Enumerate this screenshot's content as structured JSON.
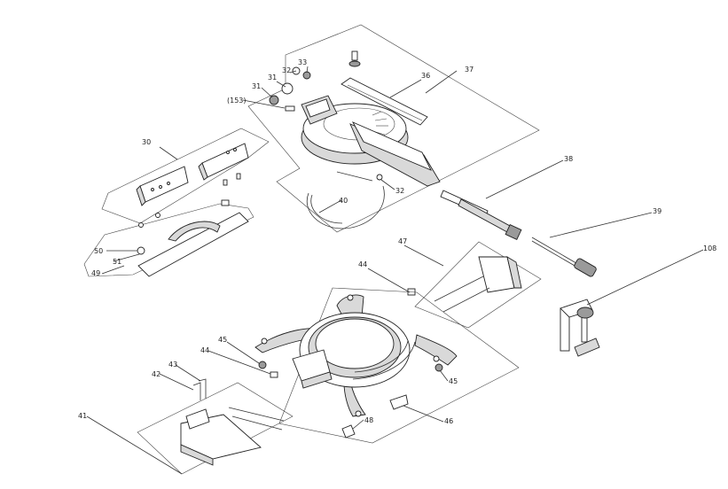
{
  "callouts": {
    "c30": "30",
    "c31a": "31",
    "c31b": "31",
    "c32a": "32",
    "c33": "33",
    "c153": "(153)",
    "c36": "36",
    "c37": "37",
    "c32b": "32",
    "c40": "40",
    "c38": "38",
    "c39": "39",
    "c108": "108",
    "c47": "47",
    "c44a": "44",
    "c50": "50",
    "c51": "51",
    "c49": "49",
    "c45a": "45",
    "c44b": "44",
    "c43": "43",
    "c42": "42",
    "c45b": "45",
    "c41": "41",
    "c48": "48",
    "c46": "46"
  }
}
